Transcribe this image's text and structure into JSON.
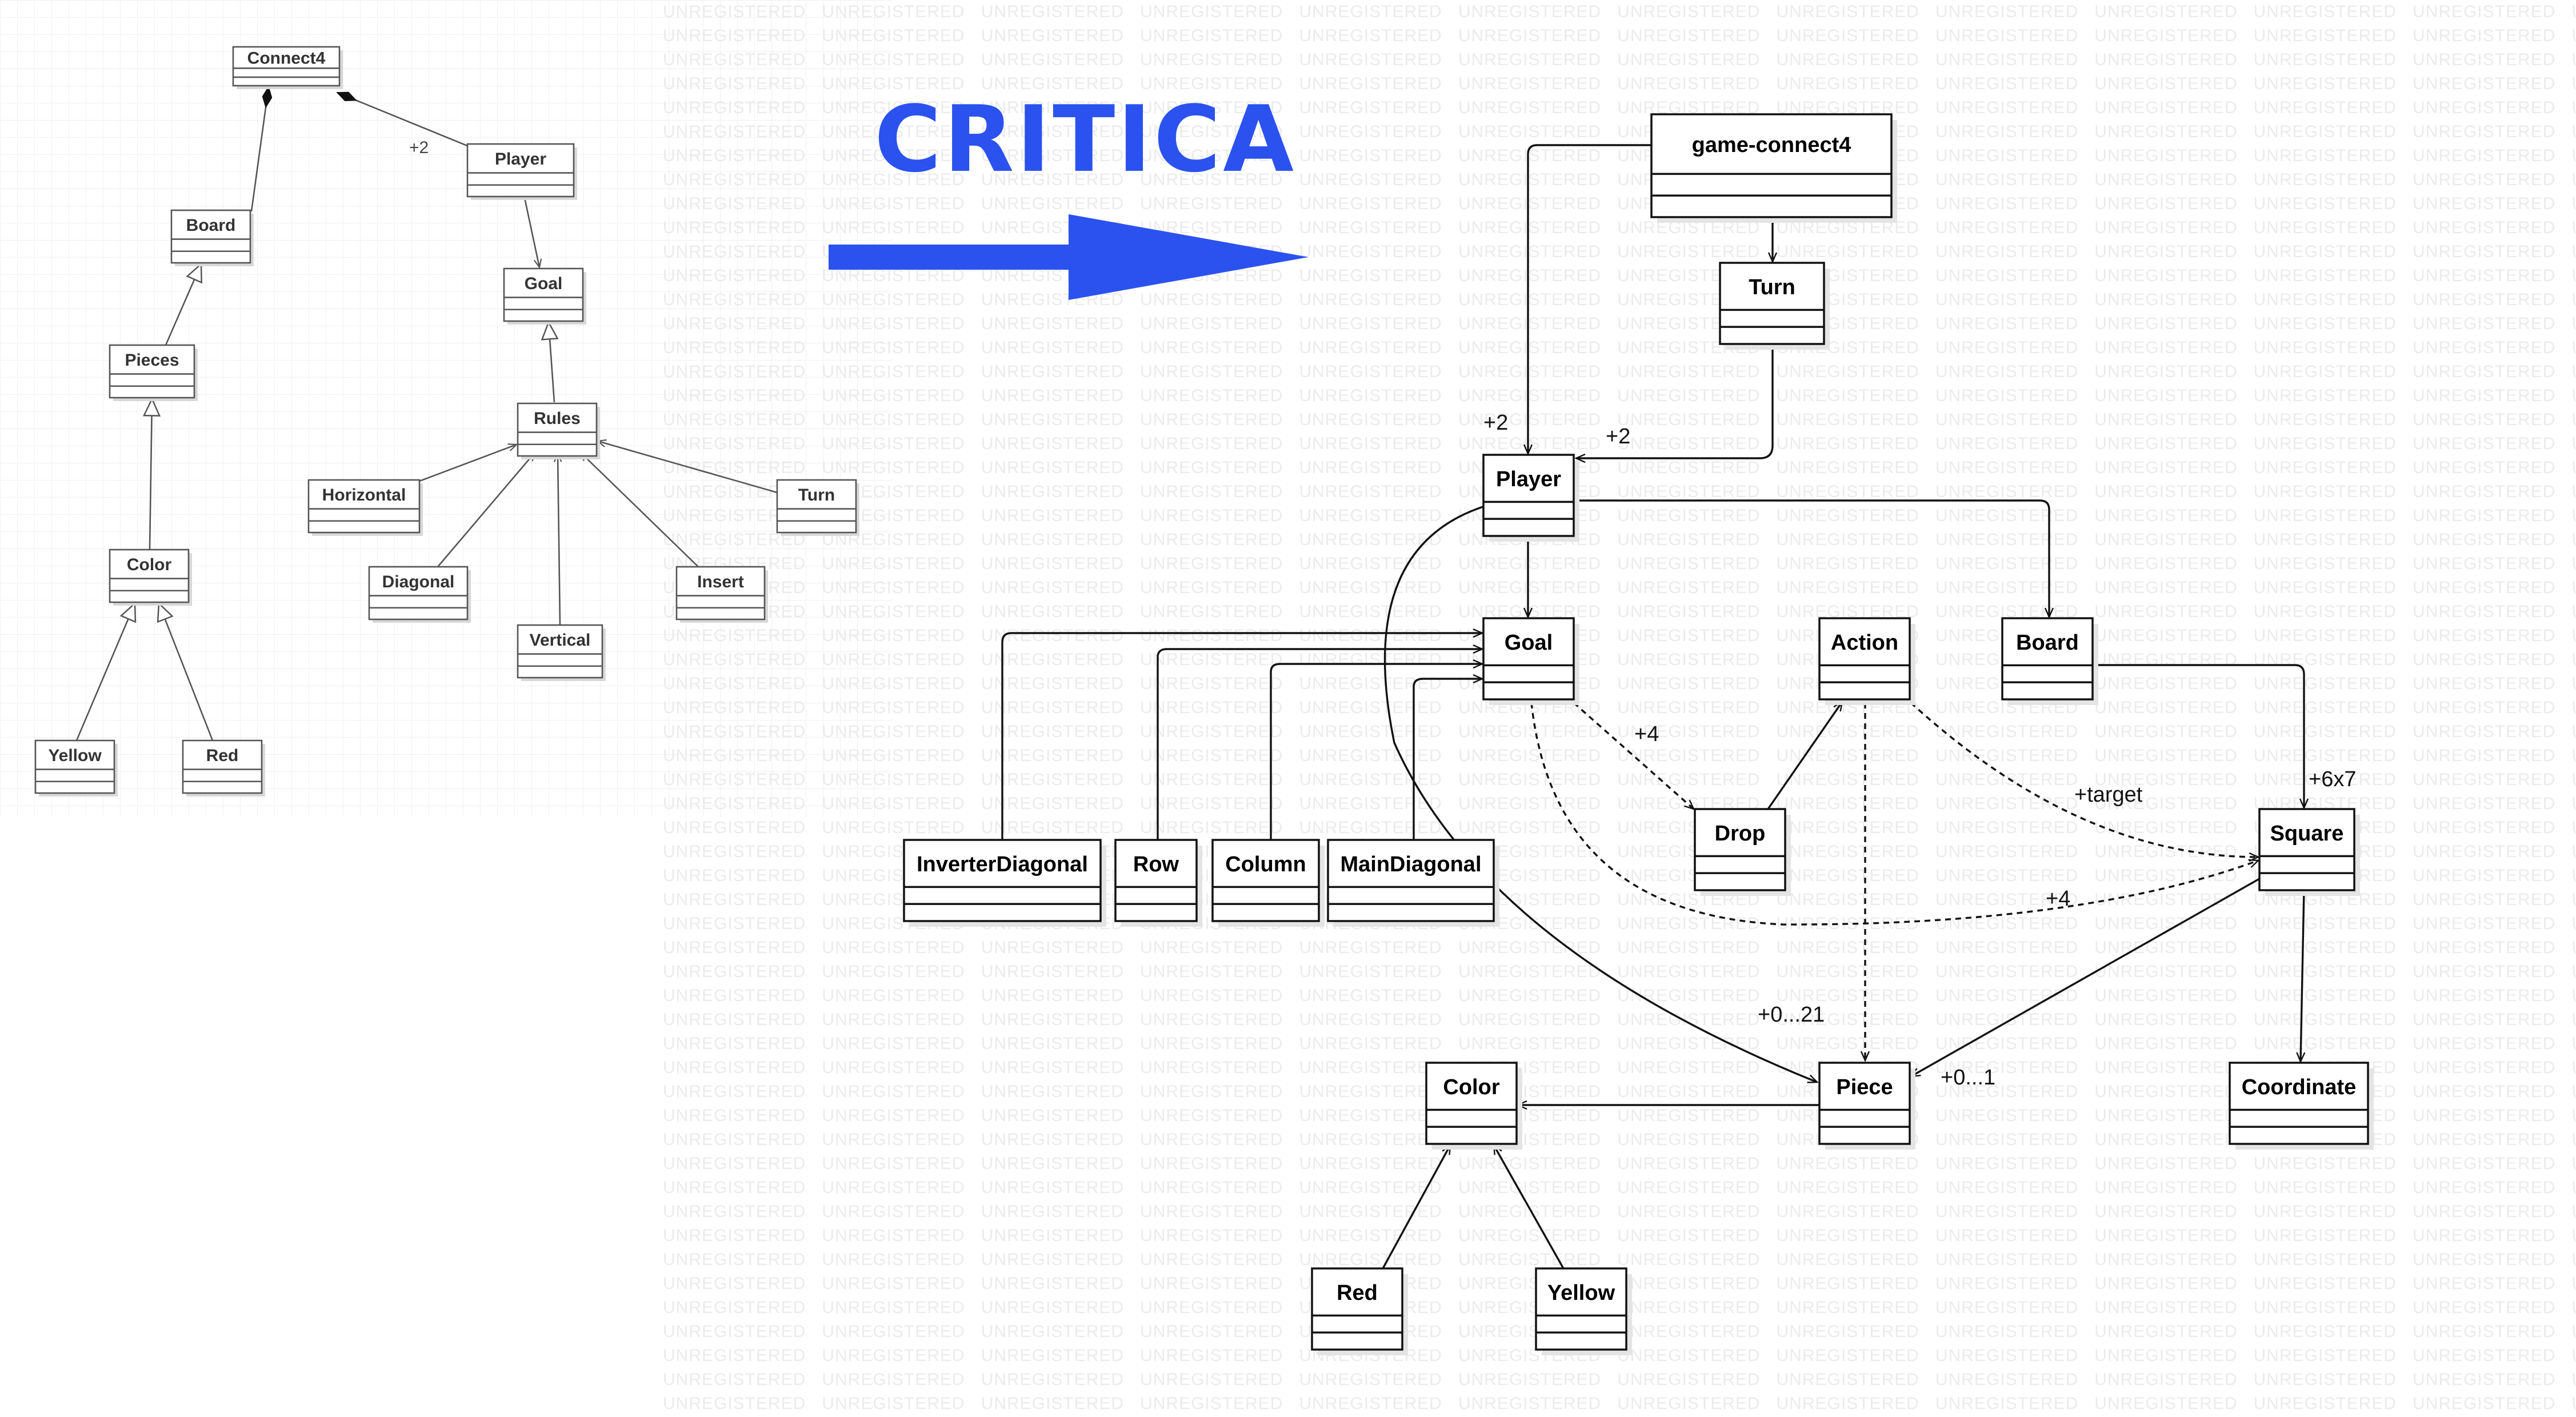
{
  "title": "CRITICA",
  "watermark": "UNREGISTERED",
  "colors": {
    "accent": "#2b52ee",
    "line": "#111111",
    "old_diagram": "#555555"
  },
  "old_diagram": {
    "classes": [
      {
        "id": "connect4",
        "name": "Connect4"
      },
      {
        "id": "board",
        "name": "Board"
      },
      {
        "id": "player",
        "name": "Player"
      },
      {
        "id": "goal",
        "name": "Goal"
      },
      {
        "id": "pieces",
        "name": "Pieces"
      },
      {
        "id": "rules",
        "name": "Rules"
      },
      {
        "id": "horizontal",
        "name": "Horizontal"
      },
      {
        "id": "turn",
        "name": "Turn"
      },
      {
        "id": "diagonal",
        "name": "Diagonal"
      },
      {
        "id": "insert",
        "name": "Insert"
      },
      {
        "id": "vertical",
        "name": "Vertical"
      },
      {
        "id": "color",
        "name": "Color"
      },
      {
        "id": "yellow",
        "name": "Yellow"
      },
      {
        "id": "red",
        "name": "Red"
      }
    ],
    "labels": {
      "player_multiplicity": "+2"
    }
  },
  "new_diagram": {
    "classes": [
      {
        "id": "game_connect4",
        "name": "game-connect4"
      },
      {
        "id": "turn",
        "name": "Turn"
      },
      {
        "id": "player",
        "name": "Player"
      },
      {
        "id": "goal",
        "name": "Goal"
      },
      {
        "id": "action",
        "name": "Action"
      },
      {
        "id": "board",
        "name": "Board"
      },
      {
        "id": "inverter_diagonal",
        "name": "InverterDiagonal"
      },
      {
        "id": "row",
        "name": "Row"
      },
      {
        "id": "column",
        "name": "Column"
      },
      {
        "id": "main_diagonal",
        "name": "MainDiagonal"
      },
      {
        "id": "drop",
        "name": "Drop"
      },
      {
        "id": "square",
        "name": "Square"
      },
      {
        "id": "color",
        "name": "Color"
      },
      {
        "id": "piece",
        "name": "Piece"
      },
      {
        "id": "coordinate",
        "name": "Coordinate"
      },
      {
        "id": "red",
        "name": "Red"
      },
      {
        "id": "yellow",
        "name": "Yellow"
      }
    ],
    "labels": {
      "game_player": "+2",
      "turn_player": "+2",
      "goal_drop": "+4",
      "action_square": "+target",
      "board_square": "+6x7",
      "goal_square": "+4",
      "player_piece": "+0...21",
      "square_piece": "+0...1"
    }
  }
}
